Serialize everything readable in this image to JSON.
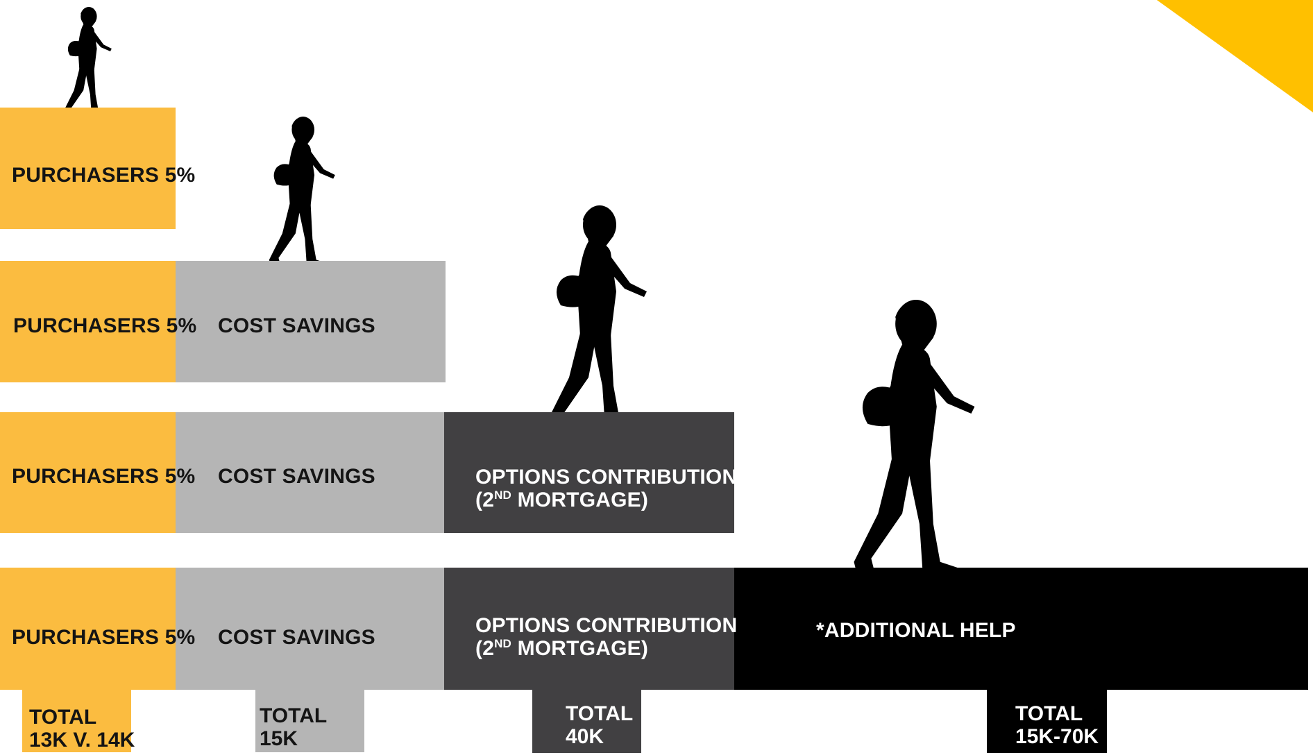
{
  "accent_colors": {
    "purchasers": "#fbbc40",
    "cost_savings": "#b5b5b5",
    "options_contribution": "#414042",
    "additional_help": "#000000",
    "corner_accent": "#ffc000"
  },
  "icons": [
    "walking-woman-icon"
  ],
  "steps": [
    {
      "purchasers": "PURCHASERS 5%"
    },
    {
      "purchasers": "PURCHASERS 5%",
      "cost_savings": "COST SAVINGS"
    },
    {
      "purchasers": "PURCHASERS 5%",
      "cost_savings": "COST SAVINGS",
      "options_line1": "OPTIONS CONTRIBUTION",
      "options_line2_pre": "(2",
      "options_line2_sup": "ND",
      "options_line2_post": " MORTGAGE)"
    },
    {
      "purchasers": "PURCHASERS 5%",
      "cost_savings": "COST SAVINGS",
      "options_line1": "OPTIONS CONTRIBUTION",
      "options_line2_pre": "(2",
      "options_line2_sup": "ND",
      "options_line2_post": " MORTGAGE)",
      "additional_help": "*ADDITIONAL HELP"
    }
  ],
  "totals": [
    {
      "label": "TOTAL",
      "value": "13K V. 14K"
    },
    {
      "label": "TOTAL",
      "value": "15K"
    },
    {
      "label": "TOTAL",
      "value": "40K"
    },
    {
      "label": "TOTAL",
      "value": "15K-70K"
    }
  ]
}
